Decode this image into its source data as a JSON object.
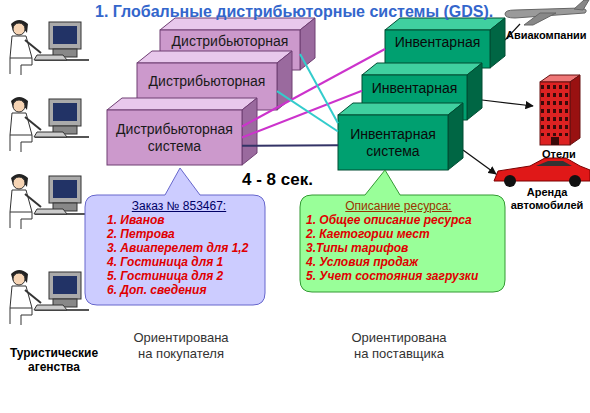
{
  "diagram": {
    "title": "1. Глобальные дистрибьюторные системы (GDS).",
    "nodes": [
      {
        "text": [
          "Дистрибьюторная"
        ]
      },
      {
        "text": [
          "Дистрибьюторная"
        ]
      },
      {
        "text": [
          "Дистрибьюторная система"
        ]
      },
      {
        "text": [
          "Инвентарная"
        ]
      },
      {
        "text": [
          "Инвентарная"
        ]
      },
      {
        "text": [
          "Инвентарная система"
        ]
      },
      {
        "text": [
          "Заказ № 853467:",
          "1. Иванов",
          "2. Петрова",
          "3. Авиаперелет для 1,2",
          "4. Гостиница для 1",
          "5. Гостиница для 2",
          "6. Доп. сведения"
        ]
      },
      {
        "text": [
          "Описание ресурса:",
          "1. Общее описание ресурса",
          "2. Каетогории мест",
          "3.Типы тарифов",
          "4. Условия продаж",
          "5. Учет состояния загрузки"
        ]
      }
    ],
    "edges": [
      {
        "from": 2,
        "to": 3,
        "arrow": "none"
      },
      {
        "from": 2,
        "to": 4,
        "arrow": "none"
      },
      {
        "from": 2,
        "to": 5,
        "arrow": "none"
      },
      {
        "from": 1,
        "to": 5,
        "arrow": "none"
      },
      {
        "from": 0,
        "to": 5,
        "arrow": "none"
      }
    ],
    "labels": [
      "4 - 8 сек.",
      "Авиакомпании",
      "Отели",
      "Аренда автомобилей",
      "Туристические агенства",
      "Ориентирована на покупателя",
      "Ориентирована на поставщика"
    ]
  }
}
